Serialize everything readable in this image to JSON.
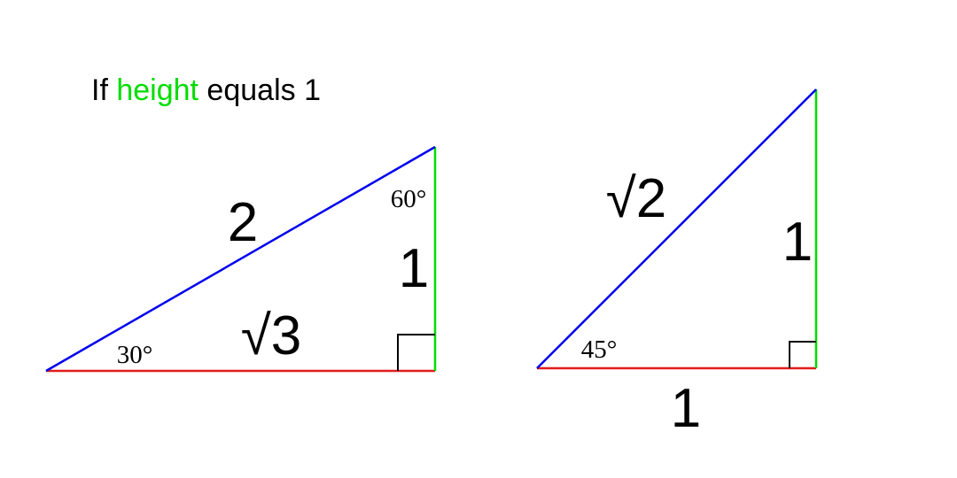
{
  "heading": {
    "prefix": "If ",
    "highlight": "height",
    "suffix": " equals 1"
  },
  "triangle_30_60": {
    "hypotenuse_label": "2",
    "base_label": "√3",
    "height_label": "1",
    "angle_small_label": "30°",
    "angle_large_label": "60°"
  },
  "triangle_45": {
    "hypotenuse_label": "√2",
    "base_label": "1",
    "height_label": "1",
    "angle_label": "45°"
  },
  "colors": {
    "hypotenuse": "#0000ee",
    "base": "#e31a1c",
    "height": "#00dd00",
    "text": "#000000",
    "highlight": "#00dd00"
  }
}
